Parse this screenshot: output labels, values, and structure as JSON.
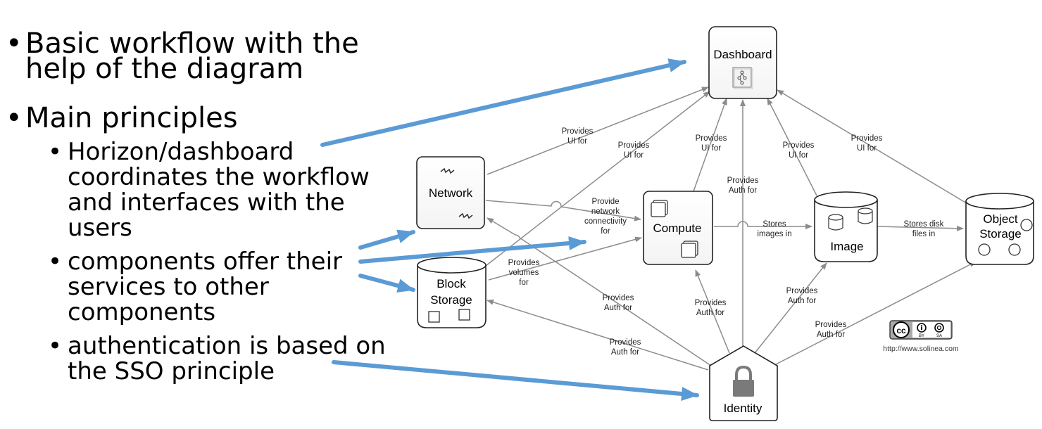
{
  "bullets": {
    "item1": "Basic workflow with the help of the diagram",
    "item1_line1": "Basic workflow with the",
    "item1_line2": "help of the diagram",
    "item2": "Main principles",
    "sub1_lines": [
      "Horizon/dashboard",
      "coordinates the workflow",
      "and interfaces with the",
      "users"
    ],
    "sub2_lines": [
      "components offer their",
      "services to other",
      "components"
    ],
    "sub3_lines": [
      "authentication is based on",
      "the SSO principle"
    ]
  },
  "diagram": {
    "nodes": {
      "dashboard": "Dashboard",
      "network": "Network",
      "compute": "Compute",
      "image": "Image",
      "object_storage_1": "Object",
      "object_storage_2": "Storage",
      "block_storage_1": "Block",
      "block_storage_2": "Storage",
      "identity": "Identity"
    },
    "edge_labels": {
      "provides": "Provides",
      "ui_for": "UI for",
      "auth_for": "Auth for",
      "provide": "Provide",
      "network": "network",
      "connectivity": "connectivity",
      "for": "for",
      "volumes": "volumes",
      "stores": "Stores",
      "images_in": "images in",
      "stores_disk": "Stores disk",
      "files_in": "files in"
    },
    "license": {
      "icons": [
        "cc-icon",
        "by-icon",
        "sa-icon"
      ],
      "by": "BY",
      "sa": "SA",
      "url": "http://www.solinea.com"
    }
  },
  "colors": {
    "highlight_arrow": "#5b9bd5",
    "edge_gray": "#8c8c8c"
  }
}
